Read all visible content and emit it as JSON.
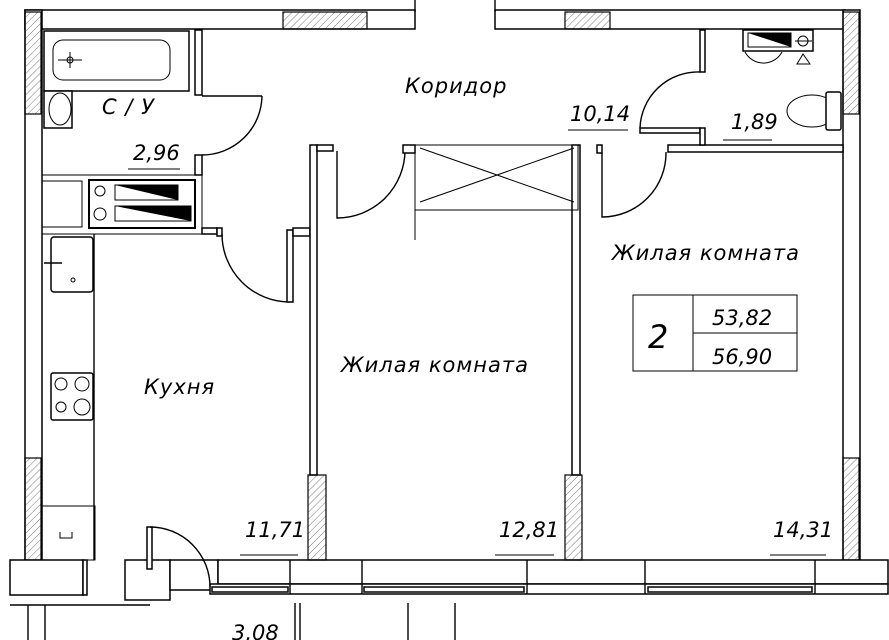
{
  "plan": {
    "rooms": [
      {
        "name": "С / У",
        "area": "2,96"
      },
      {
        "name": "Коридор",
        "area": "10,14"
      },
      {
        "name": "",
        "area": "1,89"
      },
      {
        "name": "Жилая комната",
        "area": "14,31"
      },
      {
        "name": "Жилая комната",
        "area": "12,81"
      },
      {
        "name": "Кухня",
        "area": "11,71"
      },
      {
        "name": "",
        "area": "3,08"
      }
    ],
    "summary": {
      "room_count": "2",
      "living_area": "53,82",
      "total_area": "56,90"
    }
  }
}
